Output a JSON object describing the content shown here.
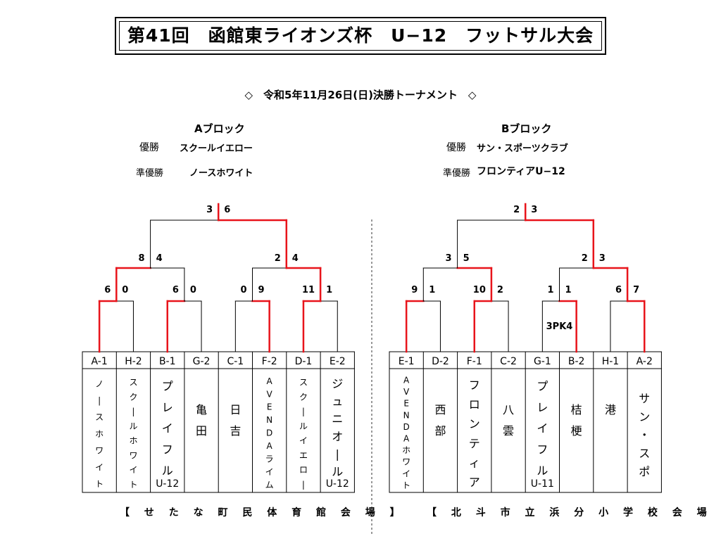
{
  "title": "第41回　函館東ライオンズ杯　U−12　フットサル大会",
  "subtitle": "◇　令和5年11月26日(日)決勝トーナメント　◇",
  "blocks": {
    "a": {
      "name": "Aブロック",
      "champion_label": "優勝",
      "champion": "スクールイエロー",
      "runnerup_label": "準優勝",
      "runnerup": "ノースホワイト",
      "venue": "【 せ た な 町 民 体 育 館 会 場 】",
      "teams": [
        {
          "code": "A-1",
          "name": "ノースホワイト",
          "sub": ""
        },
        {
          "code": "H-2",
          "name": "スクールホワイト",
          "sub": ""
        },
        {
          "code": "B-1",
          "name": "プレイフル",
          "sub": "U-12"
        },
        {
          "code": "G-2",
          "name": "亀田",
          "sub": ""
        },
        {
          "code": "C-1",
          "name": "日吉",
          "sub": ""
        },
        {
          "code": "F-2",
          "name": "AVENDAライム",
          "sub": ""
        },
        {
          "code": "D-1",
          "name": "スクールイエロー",
          "sub": ""
        },
        {
          "code": "E-2",
          "name": "ジュニオール",
          "sub": "U-12"
        }
      ],
      "round1": [
        {
          "left": "6",
          "right": "0",
          "winner": "left",
          "note": ""
        },
        {
          "left": "6",
          "right": "0",
          "winner": "left",
          "note": ""
        },
        {
          "left": "0",
          "right": "9",
          "winner": "right",
          "note": ""
        },
        {
          "left": "11",
          "right": "1",
          "winner": "left",
          "note": ""
        }
      ],
      "round2": [
        {
          "left": "8",
          "right": "4",
          "winner": "left"
        },
        {
          "left": "2",
          "right": "4",
          "winner": "right"
        }
      ],
      "final": {
        "left": "3",
        "right": "6",
        "winner": "right"
      }
    },
    "b": {
      "name": "Bブロック",
      "champion_label": "優勝",
      "champion": "サン・スポーツクラブ",
      "runnerup_label": "準優勝",
      "runnerup": "フロンティアU−12",
      "venue": "【 北 斗 市 立 浜 分 小 学 校 会 場 】",
      "teams": [
        {
          "code": "E-1",
          "name": "AVENDAホワイト",
          "sub": ""
        },
        {
          "code": "D-2",
          "name": "西部",
          "sub": ""
        },
        {
          "code": "F-1",
          "name": "フロンティア",
          "sub": ""
        },
        {
          "code": "C-2",
          "name": "八雲",
          "sub": ""
        },
        {
          "code": "G-1",
          "name": "プレイフル",
          "sub": "U-11"
        },
        {
          "code": "B-2",
          "name": "桔梗",
          "sub": ""
        },
        {
          "code": "H-1",
          "name": "港",
          "sub": ""
        },
        {
          "code": "A-2",
          "name": "サン・スポ",
          "sub": ""
        }
      ],
      "round1": [
        {
          "left": "9",
          "right": "1",
          "winner": "left",
          "note": ""
        },
        {
          "left": "10",
          "right": "2",
          "winner": "left",
          "note": ""
        },
        {
          "left": "1",
          "right": "1",
          "winner": "right",
          "note": "3PK4"
        },
        {
          "left": "6",
          "right": "7",
          "winner": "right",
          "note": ""
        }
      ],
      "round2": [
        {
          "left": "3",
          "right": "5",
          "winner": "right"
        },
        {
          "left": "2",
          "right": "3",
          "winner": "right"
        }
      ],
      "final": {
        "left": "2",
        "right": "3",
        "winner": "right"
      }
    }
  },
  "colors": {
    "win": "#e8141b",
    "line": "#000000",
    "divider": "#555555"
  }
}
